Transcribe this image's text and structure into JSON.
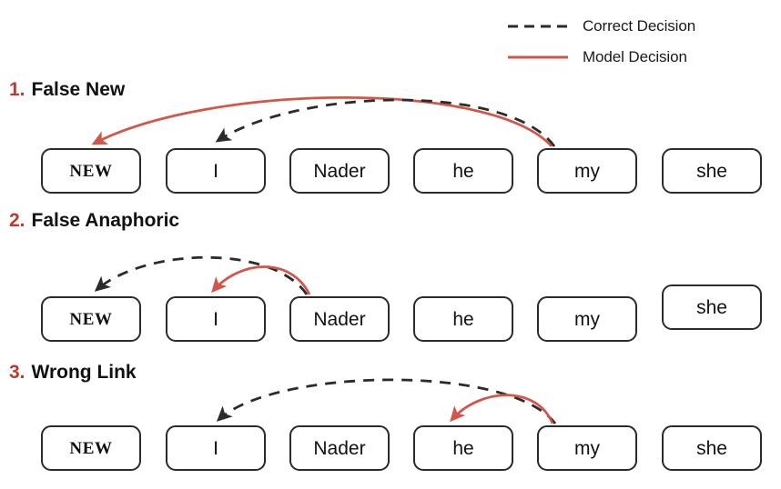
{
  "legend": {
    "items": [
      {
        "label": "Correct Decision",
        "style": "dashed",
        "color": "#2b2b2b"
      },
      {
        "label": "Model Decision",
        "style": "solid",
        "color": "#d4564a"
      }
    ]
  },
  "colors": {
    "model_decision": "#d4564a",
    "correct_decision": "#2b2b2b",
    "row_number": "#c0392b",
    "box_border": "#2b2b2b",
    "text": "#111111",
    "background": "#ffffff"
  },
  "tokens": [
    "NEW",
    "I",
    "Nader",
    "he",
    "my",
    "she"
  ],
  "rows": [
    {
      "number": "1.",
      "title": "False New",
      "tokens": [
        "NEW",
        "I",
        "Nader",
        "he",
        "my",
        "she"
      ],
      "arcs": [
        {
          "type": "Model Decision",
          "from": "my",
          "to": "NEW",
          "style": "solid",
          "color": "#d4564a"
        },
        {
          "type": "Correct Decision",
          "from": "my",
          "to": "I",
          "style": "dashed",
          "color": "#2b2b2b"
        }
      ]
    },
    {
      "number": "2.",
      "title": "False Anaphoric",
      "tokens": [
        "NEW",
        "I",
        "Nader",
        "he",
        "my",
        "she"
      ],
      "arcs": [
        {
          "type": "Correct Decision",
          "from": "Nader",
          "to": "NEW",
          "style": "dashed",
          "color": "#2b2b2b"
        },
        {
          "type": "Model Decision",
          "from": "Nader",
          "to": "I",
          "style": "solid",
          "color": "#d4564a"
        }
      ]
    },
    {
      "number": "3.",
      "title": "Wrong Link",
      "tokens": [
        "NEW",
        "I",
        "Nader",
        "he",
        "my",
        "she"
      ],
      "arcs": [
        {
          "type": "Correct Decision",
          "from": "my",
          "to": "I",
          "style": "dashed",
          "color": "#2b2b2b"
        },
        {
          "type": "Model Decision",
          "from": "my",
          "to": "he",
          "style": "solid",
          "color": "#d4564a"
        }
      ]
    }
  ]
}
